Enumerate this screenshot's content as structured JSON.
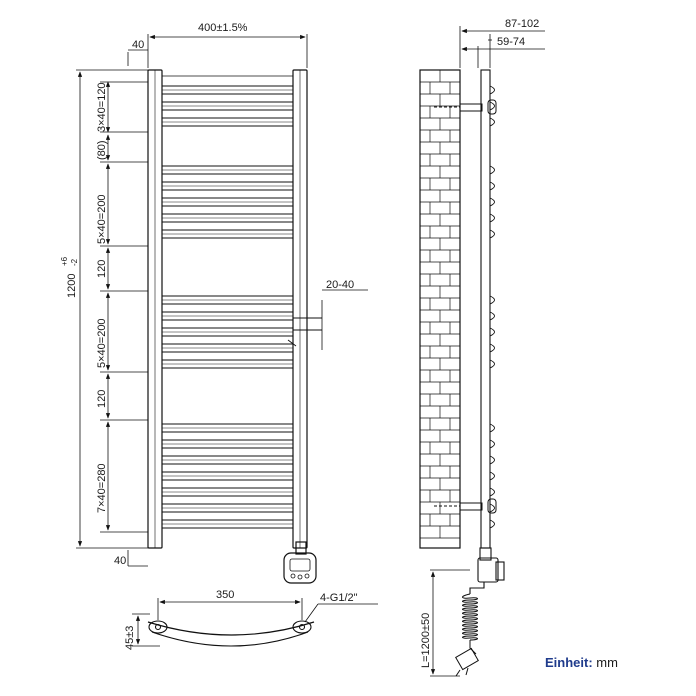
{
  "dimensions": {
    "overall_width": "400±1.5%",
    "side_offset_top": "40",
    "side_offset_bottom": "40",
    "overall_height": "1200",
    "height_tol_plus": "+6",
    "height_tol_minus": "-2",
    "group1": "3×40=120",
    "gap_80": "(80)",
    "group2": "5×40=200",
    "gap_120_a": "120",
    "group3": "5×40=200",
    "gap_120_b": "120",
    "group4": "7×40=280",
    "wall_distance": "20-40",
    "depth_total": "87-102",
    "depth_pipe": "59-74",
    "bottom_span": "350",
    "connection": "4-G1/2\"",
    "bend_depth": "45±3",
    "cable_length": "L=1200±50"
  },
  "unit": {
    "label": "Einheit:",
    "value": "mm"
  }
}
